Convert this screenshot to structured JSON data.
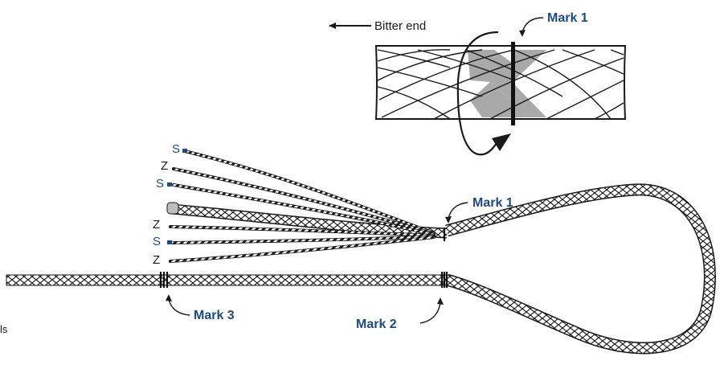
{
  "diagram": {
    "inset": {
      "bitter_end_label": "Bitter end",
      "mark_label": "Mark 1"
    },
    "main": {
      "mark1_label": "Mark 1",
      "mark2_label": "Mark 2",
      "mark3_label": "Mark 3",
      "edge_fragment": "ls"
    },
    "strands": [
      {
        "label": "S",
        "color": "#1d4b7e"
      },
      {
        "label": "Z",
        "color": "#1a1a1a"
      },
      {
        "label": "S",
        "color": "#1d4b7e"
      },
      {
        "label": "",
        "color": "#1a1a1a"
      },
      {
        "label": "Z",
        "color": "#1a1a1a"
      },
      {
        "label": "S",
        "color": "#1d4b7e"
      },
      {
        "label": "Z",
        "color": "#1a1a1a"
      }
    ],
    "colors": {
      "accent": "#1d4b7e",
      "ink": "#1a1a1a",
      "shade": "#a9a9a9"
    }
  }
}
